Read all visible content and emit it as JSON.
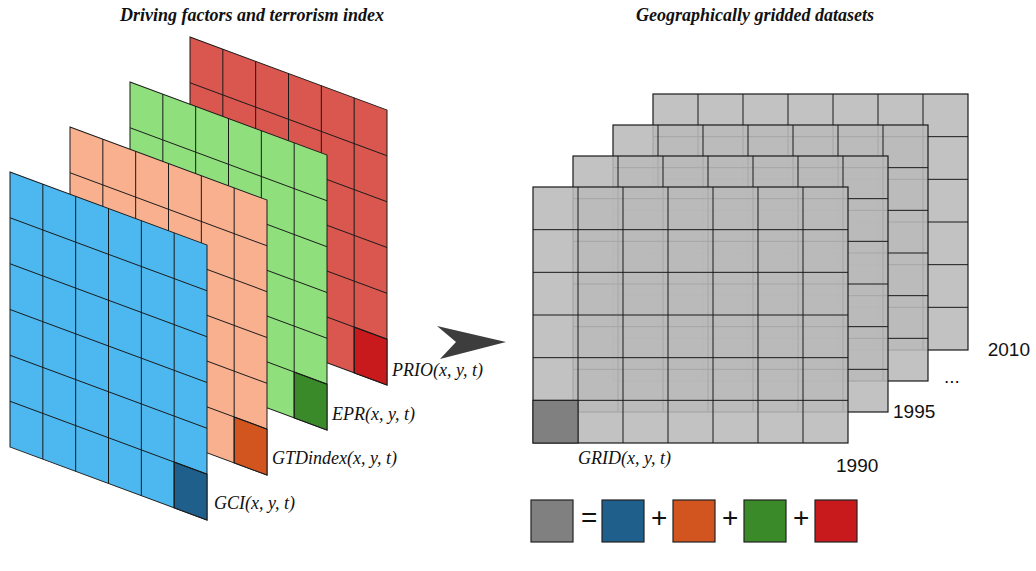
{
  "diagram": {
    "labels": [
      "Driving factors and terrorism index",
      "Geographically gridded datasets",
      "PRIO(x, y, t)",
      "EPR(x, y, t)",
      "GTDindex(x, y, t)",
      "GCI(x, y, t)",
      "2010",
      "...",
      "1995",
      "1990",
      "GRID(x, y, t)",
      "=",
      "+",
      "+",
      "+"
    ]
  }
}
